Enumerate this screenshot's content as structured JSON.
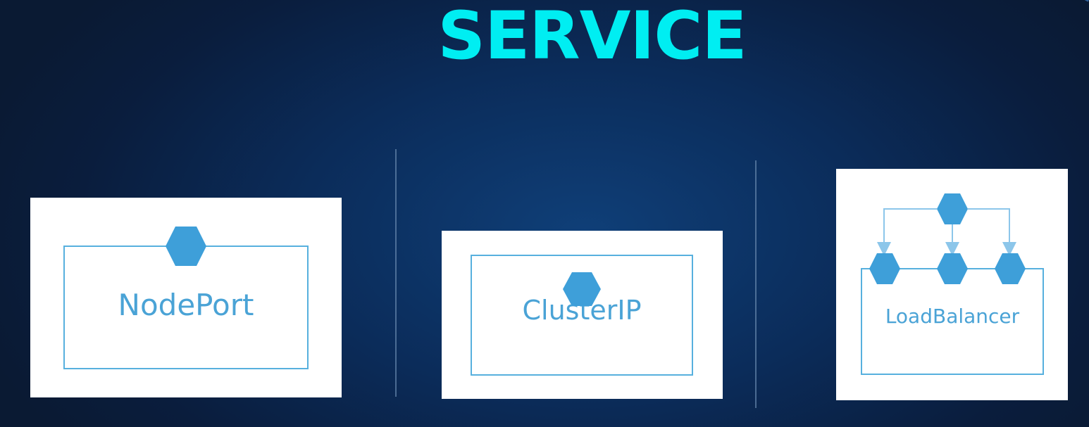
{
  "title": "SERVICE",
  "colors": {
    "title": "#00eef2",
    "accent": "#4aa3d6",
    "hexagon": "#3e9fd9",
    "card": "#ffffff"
  },
  "services": [
    {
      "label": "NodePort",
      "icon": "single-pod-hexagon"
    },
    {
      "label": "ClusterIP",
      "icon": "single-pod-hexagon"
    },
    {
      "label": "LoadBalancer",
      "icon": "distribution-tree-hexagons"
    }
  ]
}
